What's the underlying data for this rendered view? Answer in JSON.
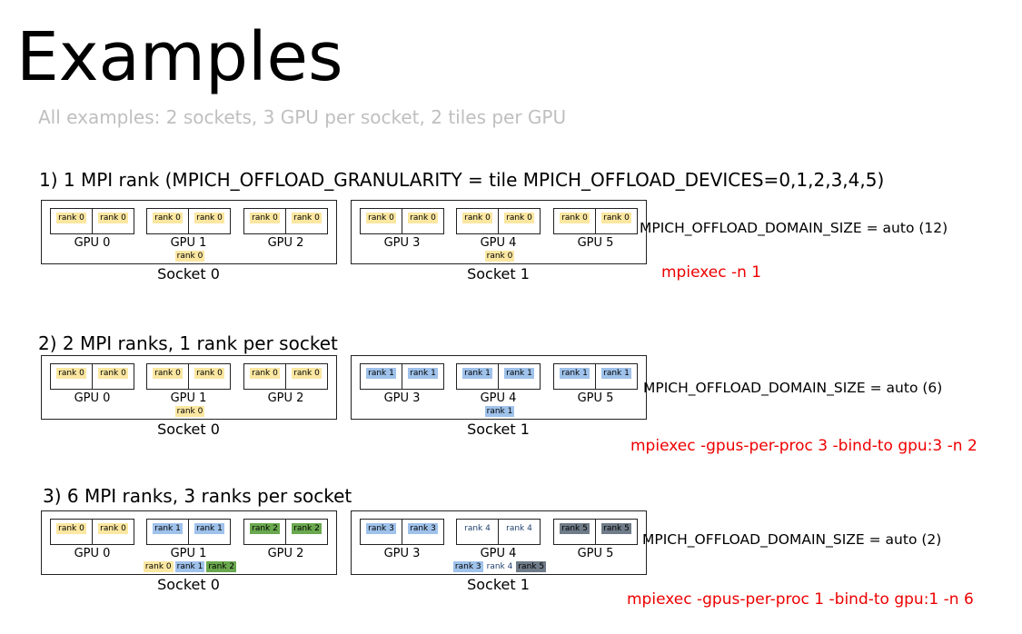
{
  "title": "Examples",
  "subtitle": "All examples: 2 sockets, 3 GPU per socket, 2 tiles per GPU",
  "colors": {
    "yellow": "#fbe7a1",
    "blue": "#9fc2eb",
    "green": "#6aa84f",
    "gray": "#6f7b88",
    "command": "#ee0000",
    "subtitle": "#bfbfbf"
  },
  "sections": [
    {
      "heading": "1) 1 MPI rank (MPICH_OFFLOAD_GRANULARITY = tile MPICH_OFFLOAD_DEVICES=0,1,2,3,4,5)",
      "domain": "MPICH_OFFLOAD_DOMAIN_SIZE = auto (12)",
      "command": "mpiexec -n 1",
      "sockets": [
        {
          "label": "Socket 0",
          "gpus": [
            {
              "label": "GPU 0",
              "tiles": [
                {
                  "text": "rank 0",
                  "color": "yellow"
                },
                {
                  "text": "rank 0",
                  "color": "yellow"
                }
              ]
            },
            {
              "label": "GPU 1",
              "tiles": [
                {
                  "text": "rank 0",
                  "color": "yellow"
                },
                {
                  "text": "rank 0",
                  "color": "yellow"
                }
              ]
            },
            {
              "label": "GPU 2",
              "tiles": [
                {
                  "text": "rank 0",
                  "color": "yellow"
                },
                {
                  "text": "rank 0",
                  "color": "yellow"
                }
              ]
            }
          ],
          "summary": [
            {
              "text": "rank 0",
              "color": "yellow"
            }
          ]
        },
        {
          "label": "Socket 1",
          "gpus": [
            {
              "label": "GPU 3",
              "tiles": [
                {
                  "text": "rank 0",
                  "color": "yellow"
                },
                {
                  "text": "rank 0",
                  "color": "yellow"
                }
              ]
            },
            {
              "label": "GPU 4",
              "tiles": [
                {
                  "text": "rank 0",
                  "color": "yellow"
                },
                {
                  "text": "rank 0",
                  "color": "yellow"
                }
              ]
            },
            {
              "label": "GPU 5",
              "tiles": [
                {
                  "text": "rank 0",
                  "color": "yellow"
                },
                {
                  "text": "rank 0",
                  "color": "yellow"
                }
              ]
            }
          ],
          "summary": [
            {
              "text": "rank 0",
              "color": "yellow"
            }
          ]
        }
      ]
    },
    {
      "heading": "2) 2 MPI ranks, 1 rank per socket",
      "domain": "MPICH_OFFLOAD_DOMAIN_SIZE = auto (6)",
      "command": "mpiexec -gpus-per-proc 3 -bind-to gpu:3 -n 2",
      "sockets": [
        {
          "label": "Socket 0",
          "gpus": [
            {
              "label": "GPU 0",
              "tiles": [
                {
                  "text": "rank 0",
                  "color": "yellow"
                },
                {
                  "text": "rank 0",
                  "color": "yellow"
                }
              ]
            },
            {
              "label": "GPU 1",
              "tiles": [
                {
                  "text": "rank 0",
                  "color": "yellow"
                },
                {
                  "text": "rank 0",
                  "color": "yellow"
                }
              ]
            },
            {
              "label": "GPU 2",
              "tiles": [
                {
                  "text": "rank 0",
                  "color": "yellow"
                },
                {
                  "text": "rank 0",
                  "color": "yellow"
                }
              ]
            }
          ],
          "summary": [
            {
              "text": "rank 0",
              "color": "yellow"
            }
          ]
        },
        {
          "label": "Socket 1",
          "gpus": [
            {
              "label": "GPU 3",
              "tiles": [
                {
                  "text": "rank 1",
                  "color": "blue"
                },
                {
                  "text": "rank 1",
                  "color": "blue"
                }
              ]
            },
            {
              "label": "GPU 4",
              "tiles": [
                {
                  "text": "rank 1",
                  "color": "blue"
                },
                {
                  "text": "rank 1",
                  "color": "blue"
                }
              ]
            },
            {
              "label": "GPU 5",
              "tiles": [
                {
                  "text": "rank 1",
                  "color": "blue"
                },
                {
                  "text": "rank 1",
                  "color": "blue"
                }
              ]
            }
          ],
          "summary": [
            {
              "text": "rank 1",
              "color": "blue"
            }
          ]
        }
      ]
    },
    {
      "heading": "3) 6 MPI ranks, 3 ranks per socket",
      "domain": "MPICH_OFFLOAD_DOMAIN_SIZE = auto (2)",
      "command": "mpiexec -gpus-per-proc 1 -bind-to gpu:1 -n 6",
      "sockets": [
        {
          "label": "Socket 0",
          "gpus": [
            {
              "label": "GPU 0",
              "tiles": [
                {
                  "text": "rank 0",
                  "color": "yellow"
                },
                {
                  "text": "rank 0",
                  "color": "yellow"
                }
              ]
            },
            {
              "label": "GPU 1",
              "tiles": [
                {
                  "text": "rank 1",
                  "color": "blue"
                },
                {
                  "text": "rank 1",
                  "color": "blue"
                }
              ]
            },
            {
              "label": "GPU 2",
              "tiles": [
                {
                  "text": "rank 2",
                  "color": "green"
                },
                {
                  "text": "rank 2",
                  "color": "green"
                }
              ]
            }
          ],
          "summary": [
            {
              "text": "rank 0",
              "color": "yellow"
            },
            {
              "text": "rank 1",
              "color": "blue"
            },
            {
              "text": "rank 2",
              "color": "green"
            }
          ]
        },
        {
          "label": "Socket 1",
          "gpus": [
            {
              "label": "GPU 3",
              "tiles": [
                {
                  "text": "rank 3",
                  "color": "blue"
                },
                {
                  "text": "rank 3",
                  "color": "blue"
                }
              ]
            },
            {
              "label": "GPU 4",
              "tiles": [
                {
                  "text": "rank 4",
                  "color": "none"
                },
                {
                  "text": "rank 4",
                  "color": "none"
                }
              ]
            },
            {
              "label": "GPU 5",
              "tiles": [
                {
                  "text": "rank 5",
                  "color": "gray"
                },
                {
                  "text": "rank 5",
                  "color": "gray"
                }
              ]
            }
          ],
          "summary": [
            {
              "text": "rank 3",
              "color": "blue"
            },
            {
              "text": "rank 4",
              "color": "none"
            },
            {
              "text": "rank 5",
              "color": "gray"
            }
          ]
        }
      ]
    }
  ]
}
